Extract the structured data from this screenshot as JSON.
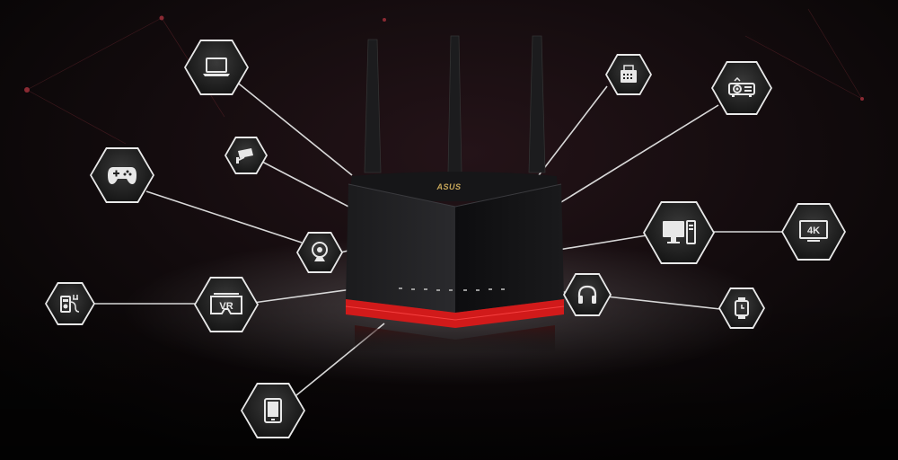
{
  "router": {
    "brand": "ASUS",
    "accent_color": "#d11a1a"
  },
  "devices": [
    {
      "name": "laptop",
      "icon": "laptop-icon"
    },
    {
      "name": "security-camera",
      "icon": "security-camera-icon"
    },
    {
      "name": "game-controller",
      "icon": "game-controller-icon"
    },
    {
      "name": "webcam",
      "icon": "webcam-icon"
    },
    {
      "name": "music-player",
      "icon": "music-player-icon"
    },
    {
      "name": "vr-headset",
      "icon": "vr-headset-icon",
      "label": "VR"
    },
    {
      "name": "tablet",
      "icon": "tablet-icon"
    },
    {
      "name": "fax-machine",
      "icon": "fax-machine-icon"
    },
    {
      "name": "projector",
      "icon": "projector-icon"
    },
    {
      "name": "desktop-computer",
      "icon": "desktop-computer-icon"
    },
    {
      "name": "4k-tv",
      "icon": "4k-tv-icon",
      "label": "4K"
    },
    {
      "name": "headphones",
      "icon": "headphones-icon"
    },
    {
      "name": "smartwatch",
      "icon": "smartwatch-icon"
    }
  ]
}
